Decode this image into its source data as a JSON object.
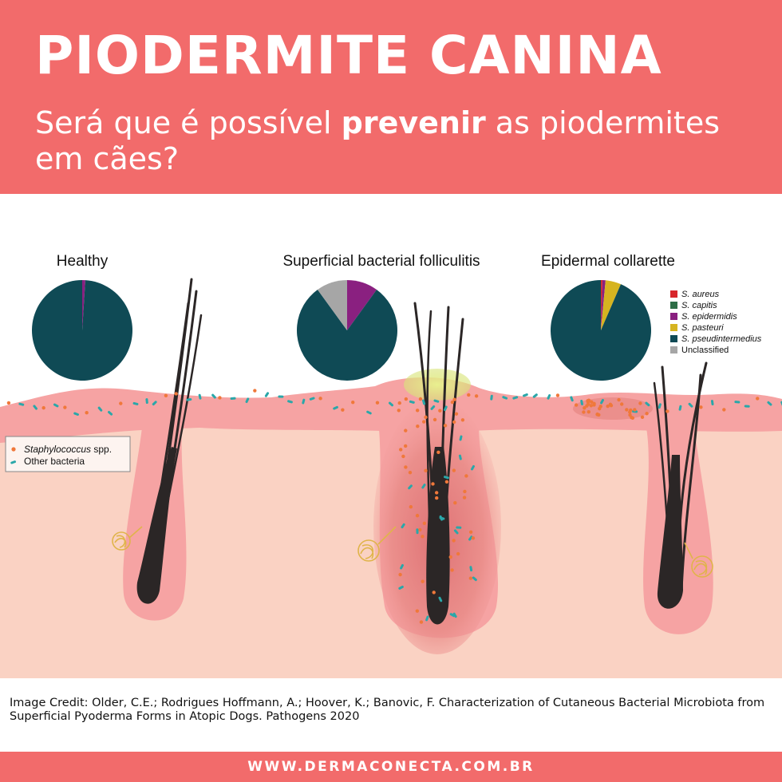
{
  "header": {
    "title": "PIODERMITE CANINA",
    "subtitle_pre": "Será que é possível ",
    "subtitle_bold": "prevenir",
    "subtitle_post": " as piodermites em cães?",
    "background_color": "#f26b6b"
  },
  "panels": [
    {
      "label": "Healthy"
    },
    {
      "label": "Superficial bacterial folliculitis"
    },
    {
      "label": "Epidermal collarette"
    }
  ],
  "pie_legend": [
    {
      "name_italic": "S. aureus",
      "color": "#d7262b"
    },
    {
      "name_italic": "S. capitis",
      "color": "#2e6e47"
    },
    {
      "name_italic": "S. epidermidis",
      "color": "#8a2080"
    },
    {
      "name_italic": "S. pasteuri",
      "color": "#d6b420"
    },
    {
      "name_italic": "S. pseudintermedius",
      "color": "#0f4a55"
    },
    {
      "name": "Unclassified",
      "color": "#a6a6a6"
    }
  ],
  "pies": [
    {
      "segments": [
        {
          "name": "S. epidermidis",
          "percent": 1
        },
        {
          "name": "S. pseudintermedius",
          "percent": 99
        }
      ]
    },
    {
      "segments": [
        {
          "name": "S. epidermidis",
          "percent": 10
        },
        {
          "name": "S. pseudintermedius",
          "percent": 80
        },
        {
          "name": "Unclassified",
          "percent": 10
        }
      ]
    },
    {
      "segments": [
        {
          "name": "S. aureus",
          "percent": 0.5
        },
        {
          "name": "S. epidermidis",
          "percent": 1
        },
        {
          "name": "S. pasteuri",
          "percent": 5
        },
        {
          "name": "S. pseudintermedius",
          "percent": 93.5
        }
      ]
    }
  ],
  "bacteria_legend": {
    "staph_italic": "Staphylococcus",
    "staph_suffix": " spp.",
    "other": "Other bacteria",
    "staph_color": "#f0783a",
    "other_color": "#2aa7a9"
  },
  "colors": {
    "skin_outer": "#f6a3a3",
    "dermis": "#fad2c3",
    "hair": "#2b2626",
    "pus": "#e3ee86",
    "sebaceous": "#e8c05a"
  },
  "credit": "Image Credit: Older, C.E.; Rodrigues Hoffmann, A.; Hoover, K.; Banovic, F. Characterization of Cutaneous Bacterial Microbiota from Superficial Pyoderma Forms in Atopic Dogs. Pathogens 2020",
  "footer": {
    "url": "WWW.DERMACONECTA.COM.BR"
  }
}
